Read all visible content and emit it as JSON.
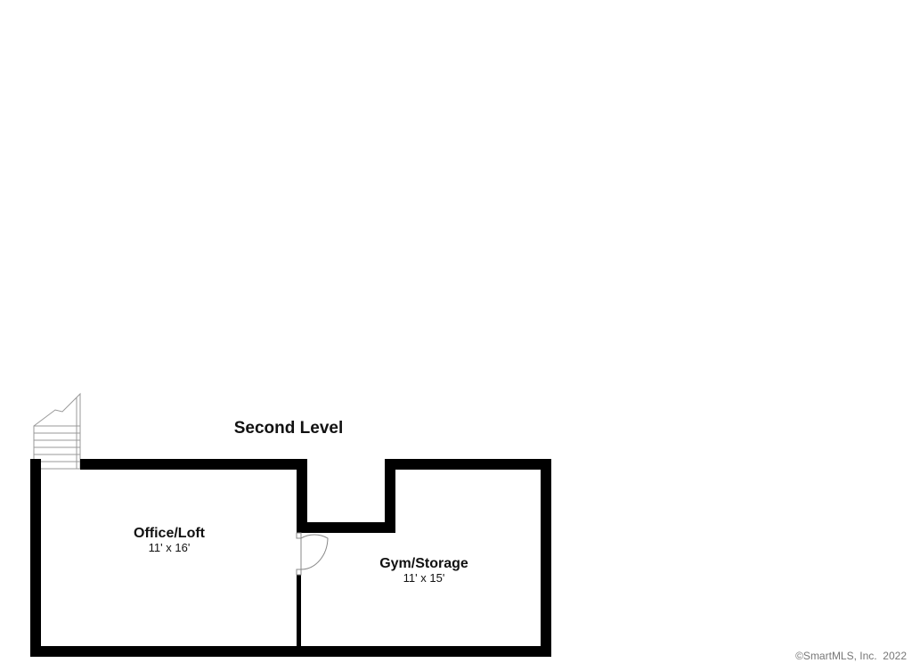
{
  "plan": {
    "level_title": "Second Level",
    "rooms": [
      {
        "name": "Office/Loft",
        "dimensions": "11' x 16'"
      },
      {
        "name": "Gym/Storage",
        "dimensions": "11' x 15'"
      }
    ]
  },
  "footer": {
    "copyright": "©SmartMLS, Inc.  2022"
  },
  "colors": {
    "wall": "#000000",
    "background": "#ffffff",
    "stair_line": "#999999"
  }
}
